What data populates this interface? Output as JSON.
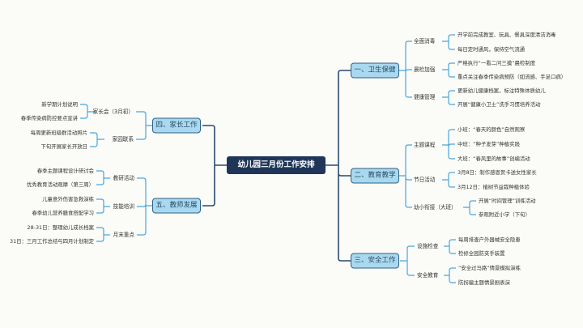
{
  "center": "幼儿园三月份工作安排",
  "branches": {
    "health": {
      "label": "一、卫生保健",
      "subs": [
        {
          "label": "全面消毒",
          "items": [
            "开学前完成教室、玩具、餐具深度清洁消毒",
            "每日定时通风，保持空气流通"
          ]
        },
        {
          "label": "晨检加强",
          "items": [
            "严格执行“一看二问三摸”晨检制度",
            "重点关注春季传染病预防（如流感、手足口病）"
          ]
        },
        {
          "label": "健康管理",
          "items": [
            "更新幼儿健康档案，标注特殊体质幼儿",
            "开展“健康小卫士”洗手习惯培养活动"
          ]
        }
      ]
    },
    "education": {
      "label": "二、教育教学",
      "subs": [
        {
          "label": "主题课程",
          "items": [
            "小班：“春天的颜色”自然观察",
            "中班：“种子发芽”种植实践",
            "大班：“春风里的故事”创编活动"
          ]
        },
        {
          "label": "节日活动",
          "items": [
            "3月8日：制作感恩贺卡送女性家长",
            "3月12日：植树节益栽种植体验"
          ]
        },
        {
          "label": "幼小衔接（大班）",
          "items": [
            "开展“时间管理”训练活动",
            "参观附近小学（下旬）"
          ]
        }
      ]
    },
    "safety": {
      "label": "三、安全工作",
      "subs": [
        {
          "label": "设施检查",
          "items": [
            "每周排查户外器械安全隐患",
            "检修全园防夹手装置"
          ]
        },
        {
          "label": "安全教育",
          "items": [
            "“安全过马路”情景模拟演练",
            "防拐骗主题情景剧表演"
          ]
        }
      ]
    },
    "parents": {
      "label": "四、家长工作",
      "subs": [
        {
          "label": "家长会（3月初）",
          "items": [
            "新学期计划说明",
            "春季传染病防控要点宣讲"
          ]
        },
        {
          "label": "家园联系",
          "items": [
            "每周更新班级群活动照片",
            "下旬开展家长开放日"
          ]
        }
      ]
    },
    "teachers": {
      "label": "五、教师发展",
      "subs": [
        {
          "label": "教研活动",
          "items": [
            "春季主题课程设计研讨会",
            "优秀教育活动观摩（第三周）"
          ]
        },
        {
          "label": "技能培训",
          "items": [
            "儿童意外伤害急救演练",
            "春季幼儿营养膳食搭配学习"
          ]
        },
        {
          "label": "月末重点",
          "items": [
            "28-31日：整理幼儿成长档案",
            "31日：三月工作总结与四月计划制定"
          ]
        }
      ]
    }
  },
  "colors": {
    "center": "#1f3658",
    "main_fill": "#a9d9ef",
    "main_border": "#2f5f86",
    "branch_line": "#4aa6dc",
    "trunk_line": "#2a4a70"
  }
}
